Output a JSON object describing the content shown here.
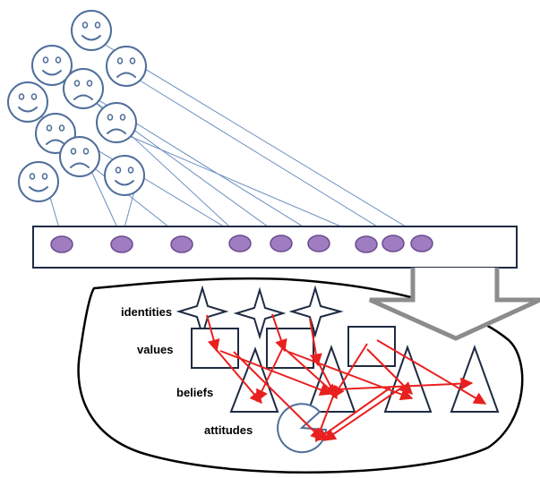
{
  "labels": {
    "identities": "identities",
    "values": "values",
    "beliefs": "beliefs",
    "attitudes": "attitudes"
  },
  "faces": [
    {
      "mood": "happy"
    },
    {
      "mood": "happy"
    },
    {
      "mood": "sad"
    },
    {
      "mood": "sad"
    },
    {
      "mood": "happy"
    },
    {
      "mood": "sad"
    },
    {
      "mood": "sad"
    },
    {
      "mood": "sad"
    },
    {
      "mood": "happy"
    },
    {
      "mood": "happy"
    }
  ],
  "icons": {
    "face": "smiley-face-icon",
    "dot": "purple-dot-icon",
    "star": "four-point-star-icon",
    "square": "square-icon",
    "triangle": "triangle-icon",
    "pacman": "pacman-icon",
    "arrow": "block-arrow-down-icon"
  },
  "colors": {
    "face_stroke": "#4f6e9a",
    "connector": "#6d8fbf",
    "dot_fill": "#a07cc0",
    "arrow_red": "#e8201f",
    "shape_stroke": "#1f2b43",
    "block_arrow": "#8c8c8c"
  }
}
